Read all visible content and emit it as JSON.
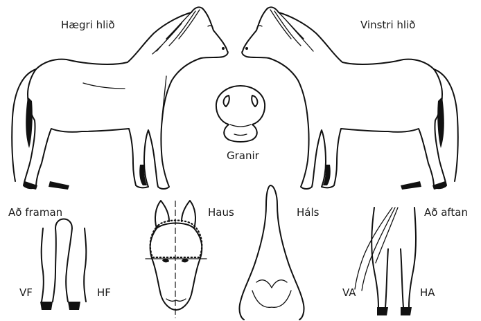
{
  "labels": {
    "right_side": "Hægri hlið",
    "left_side": "Vinstri hlið",
    "muzzle": "Granir",
    "front": "Að framan",
    "head": "Haus",
    "neck": "Háls",
    "rear": "Að aftan",
    "front_left": "VF",
    "front_right": "HF",
    "hind_left": "VA",
    "hind_right": "HA"
  },
  "colors": {
    "ink": "#111111",
    "background": "#ffffff"
  }
}
